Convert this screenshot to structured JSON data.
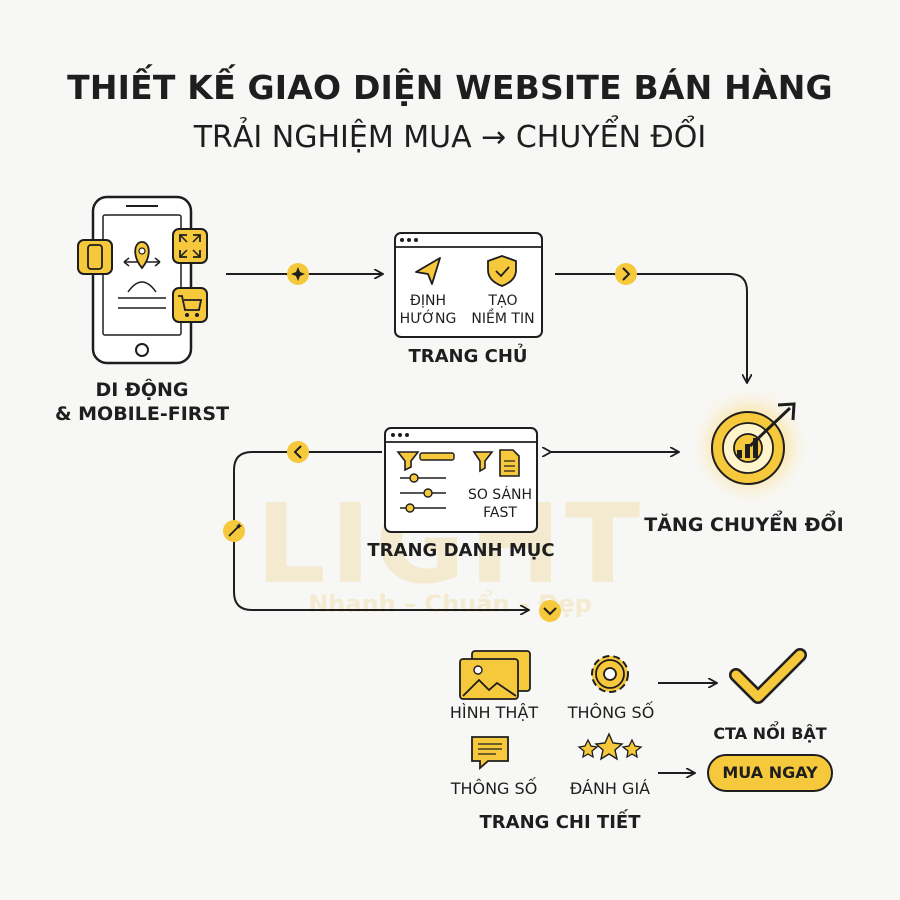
{
  "title": "THIẾT KẾ GIAO DIỆN WEBSITE BÁN HÀNG",
  "subtitle": "TRẢI NGHIỆM MUA → CHUYỂN ĐỔI",
  "watermark": {
    "brand": "LIGHT",
    "tagline": "Nhanh – Chuẩn – Đẹp"
  },
  "colors": {
    "accent": "#f6c83c",
    "stroke": "#1e1e1e",
    "background": "#f7f7f5"
  },
  "mobile": {
    "label_line1": "DI ĐỘNG",
    "label_line2": "& MOBILE-FIRST"
  },
  "home": {
    "label": "TRANG CHỦ",
    "item1_line1": "ĐỊNH",
    "item1_line2": "HƯỚNG",
    "item2_line1": "TẠO",
    "item2_line2": "NIỀM TIN"
  },
  "category": {
    "label": "TRANG DANH MỤC",
    "compare_line1": "SO SÁNH",
    "compare_line2": "FAST"
  },
  "conversion": {
    "label": "TĂNG CHUYỂN ĐỔI"
  },
  "detail": {
    "label": "TRANG CHI TIẾT",
    "real_images": "HÌNH THẬT",
    "specs_1": "THÔNG SỐ",
    "specs_2": "THÔNG SỐ",
    "reviews": "ĐÁNH GIÁ"
  },
  "cta": {
    "label": "CTA NỔI BẬT",
    "button": "MUA NGAY"
  },
  "icons": [
    "phone-icon",
    "map-pin-icon",
    "expand-icon",
    "cart-icon",
    "sparkle-icon",
    "chevron-right-icon",
    "navigation-icon",
    "shield-check-icon",
    "chevron-left-icon",
    "magic-wand-icon",
    "filter-icon",
    "slider-icon",
    "document-icon",
    "chevron-down-icon",
    "target-icon",
    "image-icon",
    "gear-icon",
    "chat-icon",
    "star-icon",
    "check-icon"
  ]
}
